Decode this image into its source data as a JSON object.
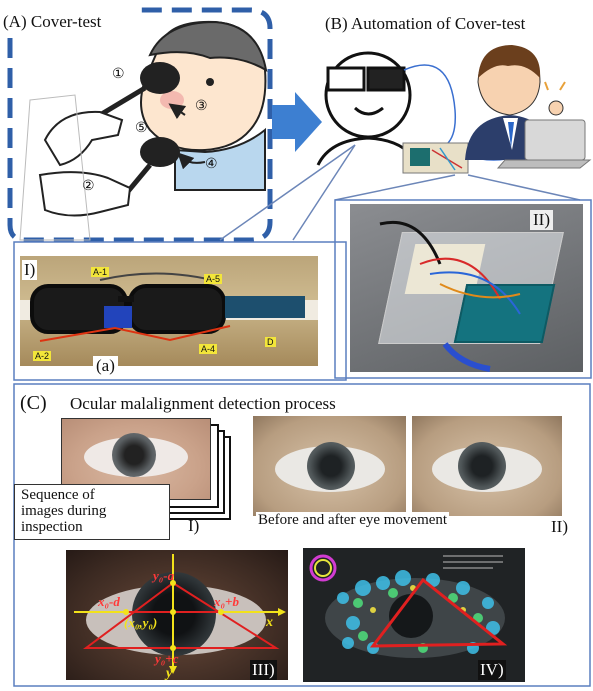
{
  "panel_a": {
    "title": "(A) Cover-test",
    "steps": [
      "①",
      "②",
      "③",
      "④",
      "⑤"
    ]
  },
  "panel_b": {
    "title": "(B) Automation of Cover-test",
    "photo_1_label": "I)",
    "photo_1_sublabel": "(a)",
    "photo_1_tags": [
      "A-1",
      "A-5",
      "A-2",
      "A-4",
      "D"
    ],
    "photo_2_label": "II)"
  },
  "panel_c": {
    "title": "(C)",
    "subtitle": "Ocular malalignment detection process",
    "seq_caption": "Sequence of images during inspection",
    "seq_caption_lines": [
      "Sequence of",
      "images during",
      "inspection"
    ],
    "seq_label": "I)",
    "ba_caption": "Before and after eye movement",
    "ba_label": "II)",
    "coord_label": "III)",
    "track_label": "IV)",
    "coords": {
      "y_top": "y₀-a",
      "x_left": "x₀-d",
      "x_right": "x₀+b",
      "center": "(x₀,y₀)",
      "y_bottom": "y₀+c",
      "x_axis": "x",
      "y_axis": "y"
    }
  },
  "colors": {
    "dash_border": "#2f5fa8",
    "panel_border": "#5a7fbf",
    "arrow": "#3d7fd1",
    "red_lines": "#e02020",
    "axis_yellow": "#f2e21a"
  }
}
